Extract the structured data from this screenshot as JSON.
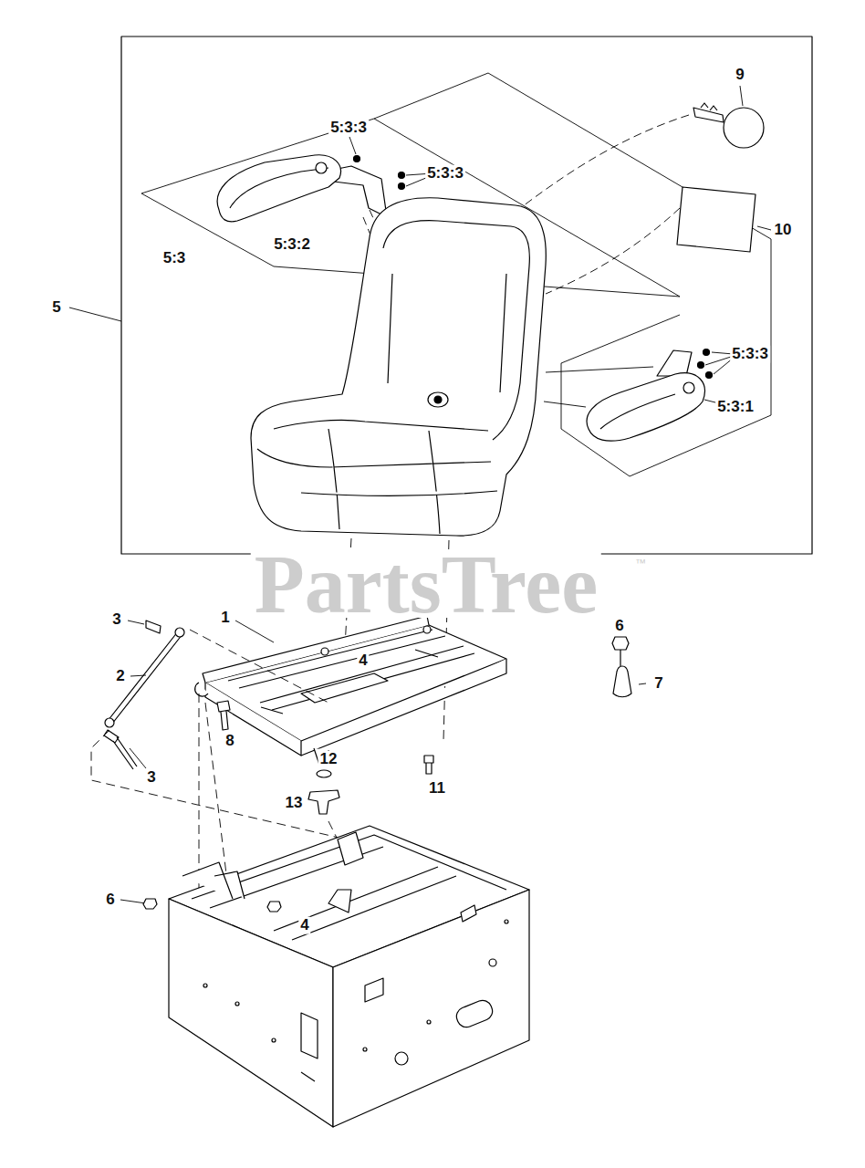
{
  "diagram": {
    "labels": [
      "9",
      "5:3:3",
      "5:3:3",
      "10",
      "5:3",
      "5:3:2",
      "5",
      "5:3:3",
      "5:3:1",
      "PartsTree",
      "™",
      "3",
      "1",
      "6",
      "4",
      "2",
      "7",
      "8",
      "3",
      "12",
      "11",
      "13",
      "6",
      "4"
    ]
  }
}
